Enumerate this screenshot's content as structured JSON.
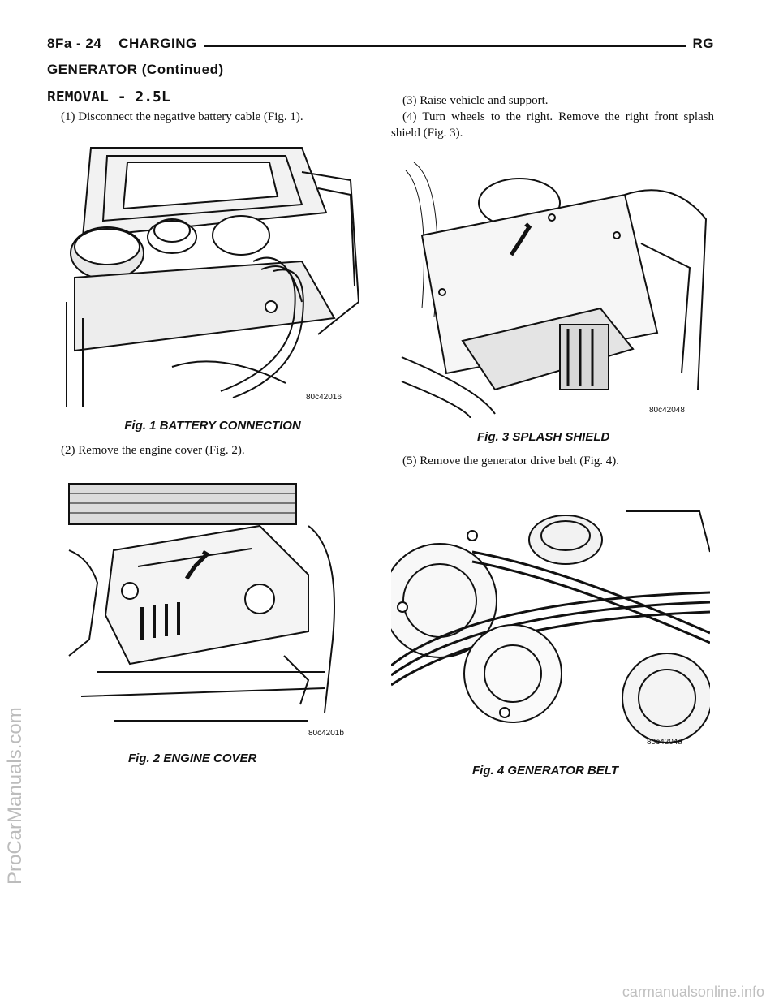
{
  "header": {
    "section_code": "8Fa - 24",
    "section_name": "CHARGING",
    "model_code": "RG"
  },
  "continued_title": "GENERATOR (Continued)",
  "section_title": "REMOVAL - 2.5L",
  "steps": [
    "(1) Disconnect the negative battery cable (Fig. 1).",
    "(2) Remove the engine cover (Fig. 2).",
    "(3) Raise vehicle and support.",
    "(4) Turn wheels to the right. Remove the right front splash shield (Fig. 3).",
    "(5) Remove the generator drive belt (Fig. 4)."
  ],
  "figures": [
    {
      "caption": "Fig. 1 BATTERY CONNECTION",
      "code": "80c42016"
    },
    {
      "caption": "Fig. 2 ENGINE COVER",
      "code": "80c4201b"
    },
    {
      "caption": "Fig. 3 SPLASH SHIELD",
      "code": "80c42048"
    },
    {
      "caption": "Fig. 4 GENERATOR BELT",
      "code": "80c4204a"
    }
  ],
  "watermarks": {
    "side": "ProCarManuals.com",
    "bottom": "carmanualsonline.info"
  }
}
